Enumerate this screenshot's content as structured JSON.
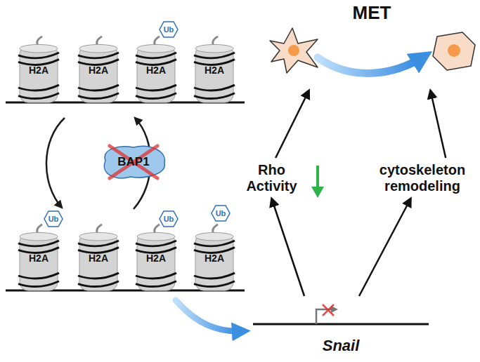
{
  "diagram": {
    "nodes": [
      {
        "text": [
          "MET"
        ]
      },
      {
        "text": [
          "H2A"
        ]
      },
      {
        "text": [
          "H2A"
        ]
      },
      {
        "text": [
          "H2A"
        ]
      },
      {
        "text": [
          "H2A"
        ]
      },
      {
        "text": [
          "Ub"
        ]
      },
      {
        "text": [
          "BAP1"
        ]
      },
      {
        "text": [
          "Rho Activity"
        ]
      },
      {
        "text": [
          "cytoskeleton remodeling"
        ]
      },
      {
        "text": [
          "Ub"
        ]
      },
      {
        "text": [
          "Ub"
        ]
      },
      {
        "text": [
          "Ub"
        ]
      },
      {
        "text": [
          "H2A"
        ]
      },
      {
        "text": [
          "H2A"
        ]
      },
      {
        "text": [
          "H2A"
        ]
      },
      {
        "text": [
          "H2A"
        ]
      },
      {
        "text": [
          "Snail"
        ]
      }
    ],
    "edges": [
      {
        "from": 16,
        "to": 7,
        "arrow": "to"
      },
      {
        "from": 16,
        "to": 8,
        "arrow": "to"
      },
      {
        "from": 7,
        "to": 0,
        "arrow": "to"
      },
      {
        "from": 8,
        "to": 0,
        "arrow": "to"
      }
    ]
  }
}
